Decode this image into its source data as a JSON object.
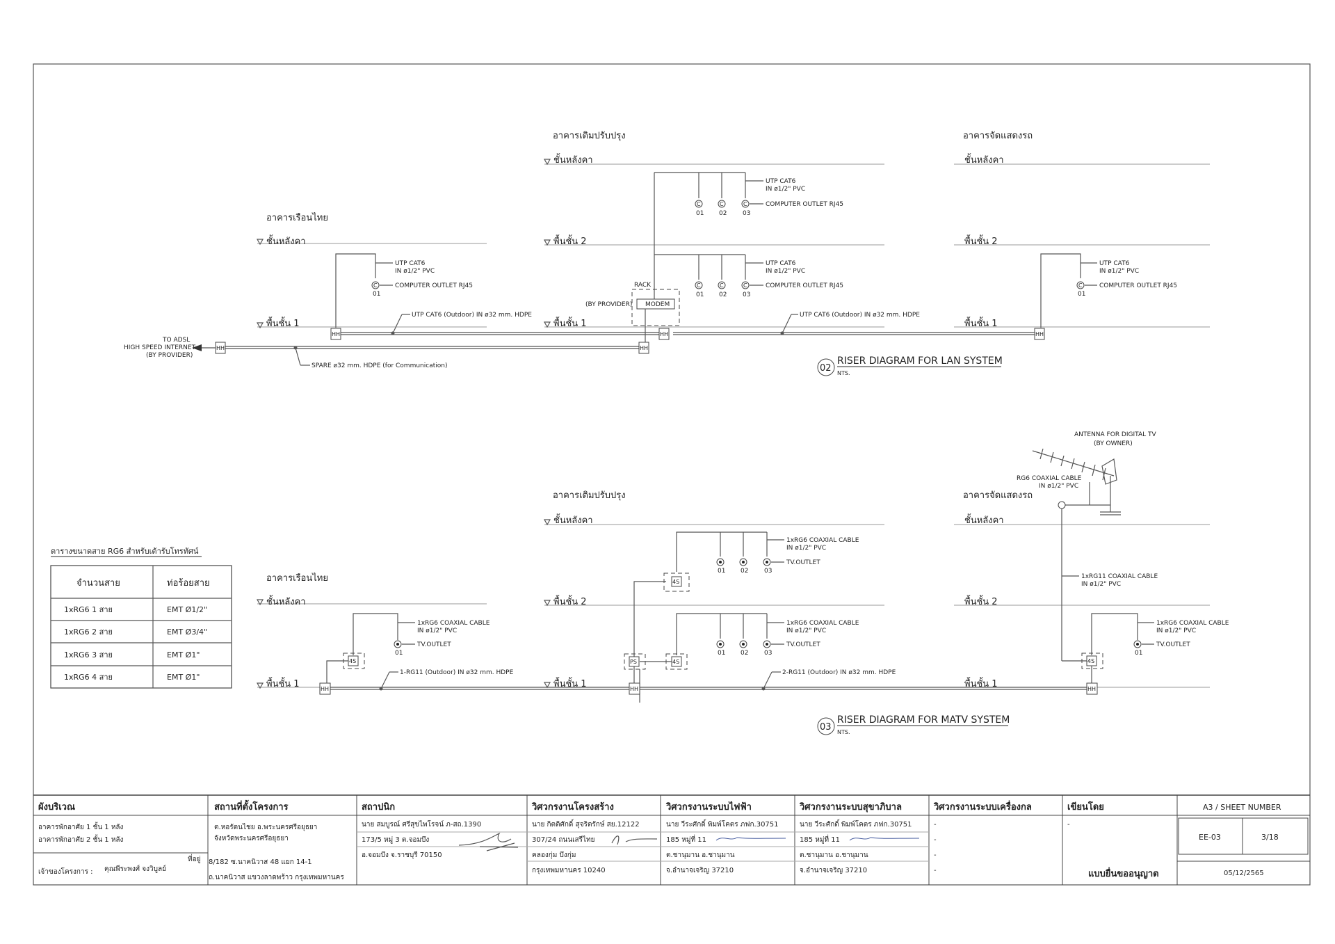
{
  "lan_diagram": {
    "bldg_a": "อาคารเรือนไทย",
    "bldg_b": "อาคารเติมปรับปรุง",
    "bldg_c": "อาคารจัดแสดงรถ",
    "level_roof": "ชั้นหลังคา",
    "level_2": "พื้นชั้น  2",
    "level_1": "พื้นชั้น  1",
    "utp_cable_1": "UTP CAT6",
    "utp_cable_2": "IN ø1/2\" PVC",
    "outlet_label": "COMPUTER OUTLET RJ45",
    "outlet_01": "01",
    "outlet_02": "02",
    "outlet_03": "03",
    "outlet_symbol": "C",
    "outdoor_run": "UTP CAT6 (Outdoor) IN ø32 mm. HDPE",
    "rack_label": "RACK",
    "modem_label": "MODEM",
    "by_provider": "(BY PROVIDER)",
    "to_adsl_1": "TO ADSL",
    "to_adsl_2": "HIGH SPEED INTERNET",
    "to_adsl_3": "(BY PROVIDER)",
    "spare_label": "SPARE ø32 mm. HDPE (for Communication)",
    "hh": "HH",
    "title_number": "02",
    "title": "RISER DIAGRAM FOR LAN SYSTEM",
    "title_nts": "NTS."
  },
  "matv_diagram": {
    "bldg_a": "อาคารเรือนไทย",
    "bldg_b": "อาคารเติมปรับปรุง",
    "bldg_c": "อาคารจัดแสดงรถ",
    "level_roof": "ชั้นหลังคา",
    "level_2": "พื้นชั้น  2",
    "level_1": "พื้นชั้น  1",
    "coax_1": "1xRG6 COAXIAL CABLE",
    "coax_2": "IN ø1/2\" PVC",
    "tv_outlet": "TV.OUTLET",
    "outlet_01": "01",
    "outlet_02": "02",
    "outlet_03": "03",
    "run_a": "1-RG11 (Outdoor) IN ø32 mm. HDPE",
    "run_b": "2-RG11 (Outdoor) IN ø32 mm. HDPE",
    "rg11_1": "1xRG11 COAXIAL CABLE",
    "rg11_2": "IN ø1/2\" PVC",
    "antenna_1": "ANTENNA FOR DIGITAL TV",
    "antenna_2": "(BY OWNER)",
    "antenna_cable_1": "RG6 COAXIAL CABLE",
    "antenna_cable_2": "IN ø1/2\" PVC",
    "splitter": "4S",
    "power_supply": "PS",
    "hh": "HH",
    "title_number": "03",
    "title": "RISER DIAGRAM FOR MATV SYSTEM",
    "title_nts": "NTS."
  },
  "cable_table": {
    "caption": "ตารางขนาดสาย RG6 สำหรับเต้ารับโทรทัศน์",
    "col_1": "จำนวนสาย",
    "col_2": "ท่อร้อยสาย",
    "rows": [
      {
        "qty": "1xRG6 1 สาย",
        "conduit": "EMT Ø1/2\""
      },
      {
        "qty": "1xRG6 2 สาย",
        "conduit": "EMT Ø3/4\""
      },
      {
        "qty": "1xRG6 3 สาย",
        "conduit": "EMT Ø1\""
      },
      {
        "qty": "1xRG6 4 สาย",
        "conduit": "EMT Ø1\""
      }
    ]
  },
  "title_block": {
    "site_plan_head": "ผังบริเวณ",
    "site_plan_1": "อาคารพักอาศัย 1 ชั้น 1 หลัง",
    "site_plan_2": "อาคารพักอาศัย 2 ชั้น 1 หลัง",
    "owner_label": "เจ้าของโครงการ :",
    "owner_name": "คุณพีระพงศ์ จงวิบูลย์",
    "address_label": "ที่อยู่",
    "address_1": "8/182 ซ.นาคนิวาส 48 แยก 14-1",
    "address_2": "ถ.นาคนิวาส แขวงลาดพร้าว กรุงเทพมหานคร",
    "location_head": "สถานที่ตั้งโครงการ",
    "location_1": "ต.หอรัตนไชย อ.พระนครศรีอยุธยา",
    "location_2": "จังหวัดพระนครศรีอยุธยา",
    "architect_head": "สถาปนิก",
    "architect_1": "นาย สมบูรณ์ ศรีสุขไพโรจน์ ภ-สถ.1390",
    "architect_2": "173/5 หมู่ 3 ต.จอมบึง",
    "architect_3": "อ.จอมบึง จ.ราชบุรี 70150",
    "structural_head": "วิศวกรงานโครงสร้าง",
    "structural_1": "นาย กิตติศักดิ์ สุจริตรักษ์ สย.12122",
    "structural_2": "307/24 ถนนเสรีไทย",
    "structural_3": "คลองกุ่ม บึงกุ่ม",
    "structural_4": "กรุงเทพมหานคร 10240",
    "electrical_head": "วิศวกรงานระบบไฟฟ้า",
    "electrical_1": "นาย วีระศักดิ์ พิมพ์โคตร ภฟก.30751",
    "electrical_2": "185 หมู่ที่ 11",
    "electrical_3": "ต.ชานุมาน อ.ชานุมาน",
    "electrical_4": "จ.อำนาจเจริญ 37210",
    "sanitary_head": "วิศวกรงานระบบสุขาภิบาล",
    "sanitary_1": "นาย วีระศักดิ์ พิมพ์โคตร ภฟก.30751",
    "sanitary_2": "185 หมู่ที่ 11",
    "sanitary_3": "ต.ชานุมาน อ.ชานุมาน",
    "sanitary_4": "จ.อำนาจเจริญ 37210",
    "mechanical_head": "วิศวกรงานระบบเครื่องกล",
    "mechanical_1": "-",
    "mechanical_2": "-",
    "mechanical_3": "-",
    "mechanical_4": "-",
    "drawn_head": "เขียนโดย",
    "drawn_1": "-",
    "permit_label": "แบบยื่นขออนุญาต",
    "sheet_head": "A3 / SHEET NUMBER",
    "sheet_code": "EE-03",
    "sheet_index": "3/18",
    "date": "05/12/2565"
  }
}
